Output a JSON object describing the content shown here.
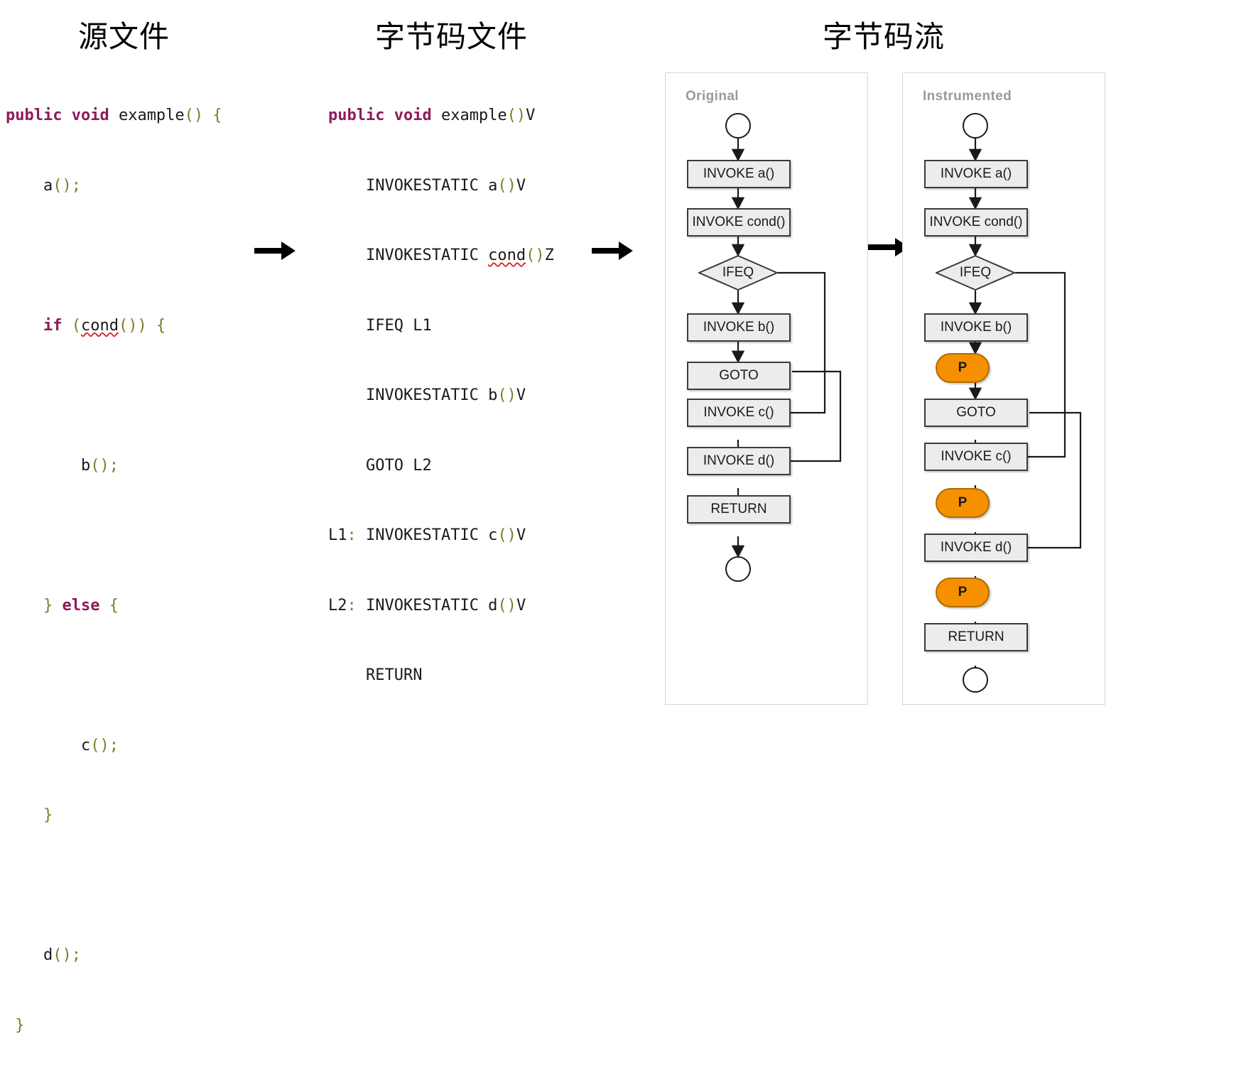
{
  "titles": {
    "source": "源文件",
    "bytecode": "字节码文件",
    "stream": "字节码流"
  },
  "source_code": {
    "lines": [
      "public void example() {",
      "    a();",
      "",
      "    if (cond()) {",
      "",
      "        b();",
      "",
      "    } else {",
      "",
      "        c();",
      "    }",
      "",
      "    d();",
      "}"
    ]
  },
  "bytecode": {
    "lines": [
      "public void example()V",
      "    INVOKESTATIC a()V",
      "    INVOKESTATIC cond()Z",
      "    IFEQ L1",
      "    INVOKESTATIC b()V",
      "    GOTO L2",
      "L1: INVOKESTATIC c()V",
      "L2: INVOKESTATIC d()V",
      "    RETURN"
    ]
  },
  "arrows": {
    "arrow1": "arrow-right",
    "arrow2": "arrow-right",
    "arrow3": "arrow-right"
  },
  "graphs": {
    "original": {
      "label": "Original",
      "nodes": [
        {
          "id": "start",
          "type": "circle",
          "text": ""
        },
        {
          "id": "a",
          "type": "box",
          "text": "INVOKE a()"
        },
        {
          "id": "cond",
          "type": "box",
          "text": "INVOKE cond()"
        },
        {
          "id": "ifeq",
          "type": "diamond",
          "text": "IFEQ"
        },
        {
          "id": "b",
          "type": "box",
          "text": "INVOKE b()"
        },
        {
          "id": "goto",
          "type": "box",
          "text": "GOTO"
        },
        {
          "id": "c",
          "type": "box",
          "text": "INVOKE c()"
        },
        {
          "id": "d",
          "type": "box",
          "text": "INVOKE d()"
        },
        {
          "id": "return",
          "type": "box",
          "text": "RETURN"
        },
        {
          "id": "end",
          "type": "circle",
          "text": ""
        }
      ]
    },
    "instrumented": {
      "label": "Instrumented",
      "nodes": [
        {
          "id": "start",
          "type": "circle",
          "text": ""
        },
        {
          "id": "a",
          "type": "box",
          "text": "INVOKE a()"
        },
        {
          "id": "cond",
          "type": "box",
          "text": "INVOKE cond()"
        },
        {
          "id": "ifeq",
          "type": "diamond",
          "text": "IFEQ"
        },
        {
          "id": "b",
          "type": "box",
          "text": "INVOKE b()"
        },
        {
          "id": "p1",
          "type": "probe",
          "text": "P"
        },
        {
          "id": "goto",
          "type": "box",
          "text": "GOTO"
        },
        {
          "id": "c",
          "type": "box",
          "text": "INVOKE c()"
        },
        {
          "id": "p2",
          "type": "probe",
          "text": "P"
        },
        {
          "id": "d",
          "type": "box",
          "text": "INVOKE d()"
        },
        {
          "id": "p3",
          "type": "probe",
          "text": "P"
        },
        {
          "id": "return",
          "type": "box",
          "text": "RETURN"
        },
        {
          "id": "end",
          "type": "circle",
          "text": ""
        }
      ]
    }
  },
  "colors": {
    "probe_fill": "#f59100",
    "probe_stroke": "#b06a00",
    "node_fill": "#ececec",
    "node_stroke": "#3a3a3a",
    "panel_border": "#d4d4d4",
    "panel_label": "#9a9a9a",
    "keyword": "#8e1b5b",
    "paren": "#7f7a28",
    "squiggle": "#e03030"
  }
}
